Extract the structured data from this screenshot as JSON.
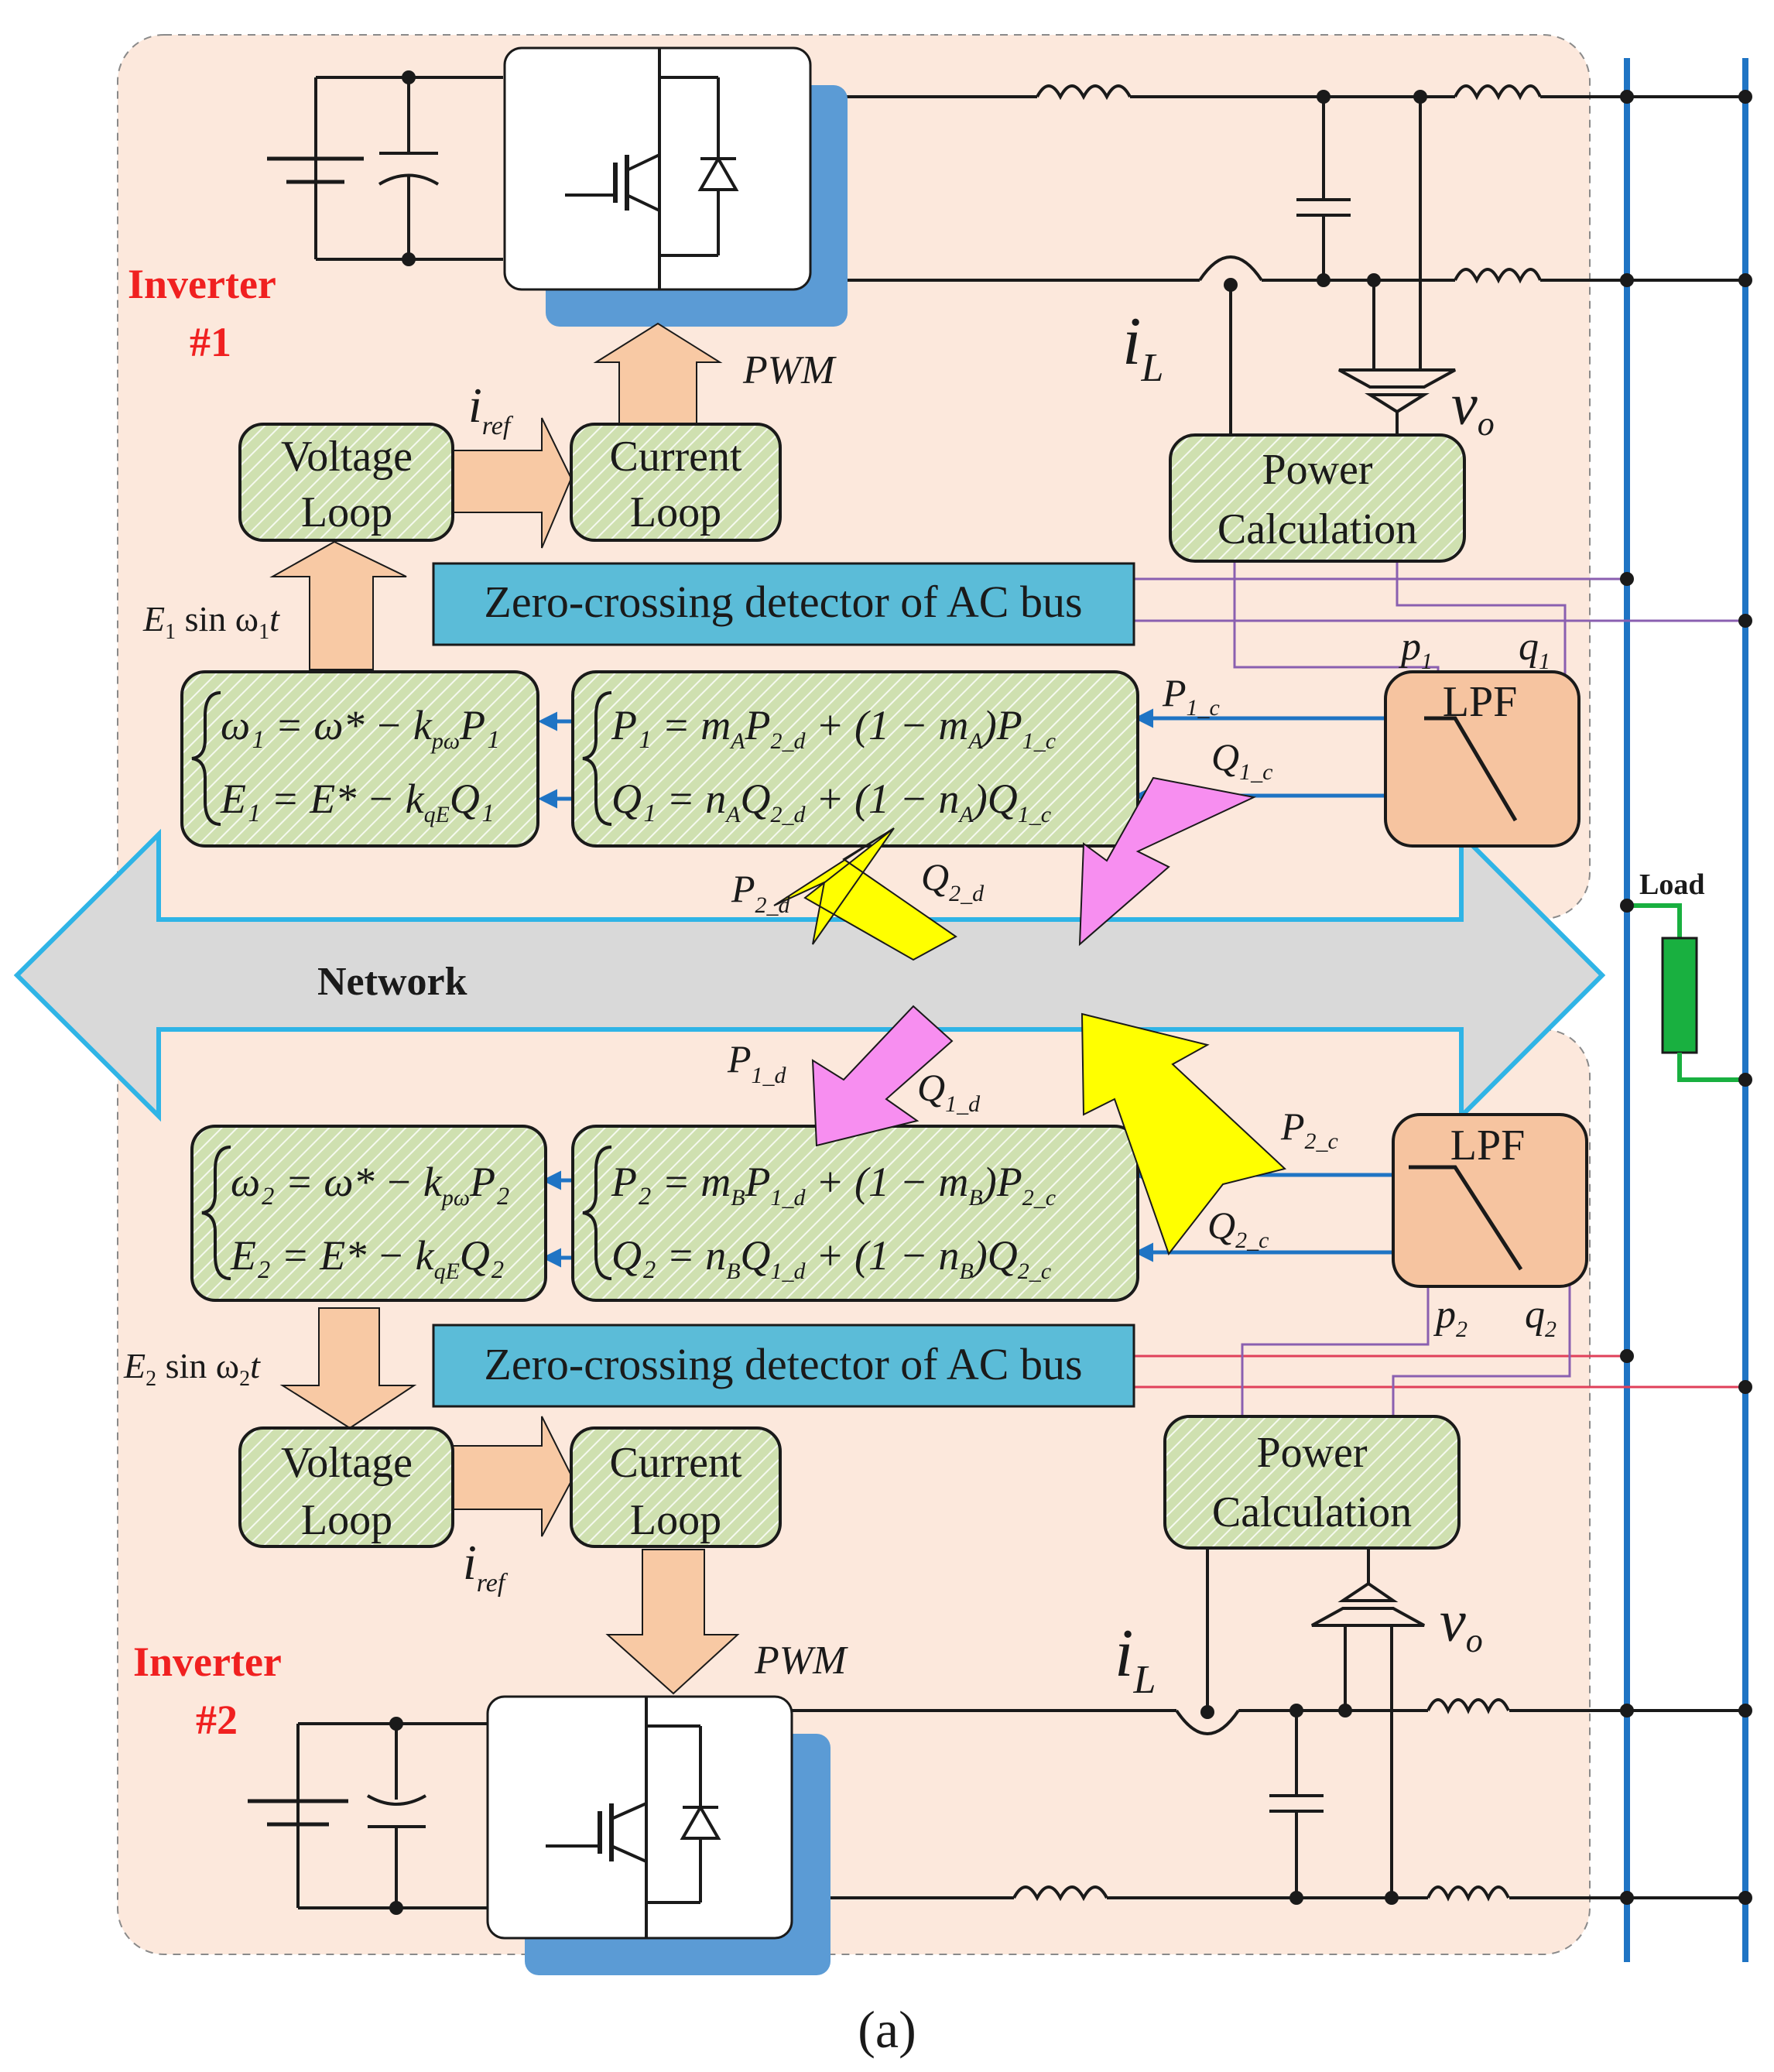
{
  "inverter1": {
    "label_line1": "Inverter",
    "label_line2": "#1",
    "voltage_loop": [
      "Voltage",
      "Loop"
    ],
    "current_loop": [
      "Current",
      "Loop"
    ],
    "power_calc": [
      "Power",
      "Calculation"
    ],
    "zero_crossing": "Zero-crossing detector of AC bus",
    "lpf": "LPF",
    "pwm": "PWM",
    "i_ref": "i",
    "i_ref_sub": "ref",
    "i_L": "i",
    "i_L_sub": "L",
    "v_o": "v",
    "v_o_sub": "o",
    "e_sin": "E",
    "e_sin_sub": "1",
    "e_sin_rest": " sin ω",
    "e_sin_sub2": "1",
    "e_sin_t": "t",
    "p_label": "p",
    "p_sub": "1",
    "q_label": "q",
    "q_sub": "1",
    "pc_label": "P",
    "pc_sub": "1_c",
    "qc_label": "Q",
    "qc_sub": "1_c",
    "droop_eq1": "ω₁ = ω* − k",
    "droop_eq1_sub": "pω",
    "droop_eq1_end": "P₁",
    "droop_eq2": "E₁ = E* − k",
    "droop_eq2_sub": "qE",
    "droop_eq2_end": "Q₁",
    "cons_eq1": "P₁ = m",
    "cons_eq1_sub1": "A",
    "cons_eq1_mid": "P",
    "cons_eq1_sub2": "2_d",
    "cons_eq1_mid2": " + (1 − m",
    "cons_eq1_sub3": "A",
    "cons_eq1_mid3": ")P",
    "cons_eq1_sub4": "1_c",
    "cons_eq2": "Q₁ = n",
    "cons_eq2_sub1": "A",
    "cons_eq2_mid": "Q",
    "cons_eq2_sub2": "2_d",
    "cons_eq2_mid2": " + (1 − n",
    "cons_eq2_sub3": "A",
    "cons_eq2_mid3": ")Q",
    "cons_eq2_sub4": "1_c"
  },
  "inverter2": {
    "label_line1": "Inverter",
    "label_line2": "#2",
    "voltage_loop": [
      "Voltage",
      "Loop"
    ],
    "current_loop": [
      "Current",
      "Loop"
    ],
    "power_calc": [
      "Power",
      "Calculation"
    ],
    "zero_crossing": "Zero-crossing detector of AC bus",
    "lpf": "LPF",
    "pwm": "PWM",
    "i_ref": "i",
    "i_ref_sub": "ref",
    "i_L": "i",
    "i_L_sub": "L",
    "v_o": "v",
    "v_o_sub": "o",
    "e_sin": "E",
    "e_sin_sub": "2",
    "e_sin_rest": " sin ω",
    "e_sin_sub2": "2",
    "e_sin_t": "t",
    "p_label": "p",
    "p_sub": "2",
    "q_label": "q",
    "q_sub": "2",
    "pc_label": "P",
    "pc_sub": "2_c",
    "qc_label": "Q",
    "qc_sub": "2_c",
    "droop_eq1": "ω₂ = ω* − k",
    "droop_eq1_sub": "pω",
    "droop_eq1_end": "P₂",
    "droop_eq2": "E₂ = E* − k",
    "droop_eq2_sub": "qE",
    "droop_eq2_end": "Q₂",
    "cons_eq1": "P₂ = m",
    "cons_eq1_sub1": "B",
    "cons_eq1_mid": "P",
    "cons_eq1_sub2": "1_d",
    "cons_eq1_mid2": " + (1 − m",
    "cons_eq1_sub3": "B",
    "cons_eq1_mid3": ")P",
    "cons_eq1_sub4": "2_c",
    "cons_eq2": "Q₂ = n",
    "cons_eq2_sub1": "B",
    "cons_eq2_mid": "Q",
    "cons_eq2_sub2": "1_d",
    "cons_eq2_mid2": " + (1 − n",
    "cons_eq2_sub3": "B",
    "cons_eq2_mid3": ")Q",
    "cons_eq2_sub4": "2_c"
  },
  "network": {
    "label": "Network",
    "p2d": "P",
    "p2d_sub": "2_d",
    "q2d": "Q",
    "q2d_sub": "2_d",
    "p1d": "P",
    "p1d_sub": "1_d",
    "q1d": "Q",
    "q1d_sub": "1_d"
  },
  "load": {
    "label": "Load"
  },
  "caption": "(a)",
  "colors": {
    "region_fill": "#fce8dc",
    "block_fill": "#cfe0b0",
    "block_stroke": "#1a1a1a",
    "zc_fill": "#5bbcd8",
    "lpf_fill": "#f6c4a0",
    "arrow_peach": "#f8c9a4",
    "network_fill": "#d9d9d9",
    "network_stroke": "#2fb4e6",
    "bus_blue": "#1f74c4",
    "signal_blue": "#1f74c4",
    "purple": "#8a5fb0",
    "red": "#e0405a",
    "load_green": "#19b040",
    "pink_arrow": "#f78ef0",
    "yellow_arrow": "#ffff00",
    "inverter_shadow": "#5b9bd5",
    "label_red": "#f02020"
  }
}
